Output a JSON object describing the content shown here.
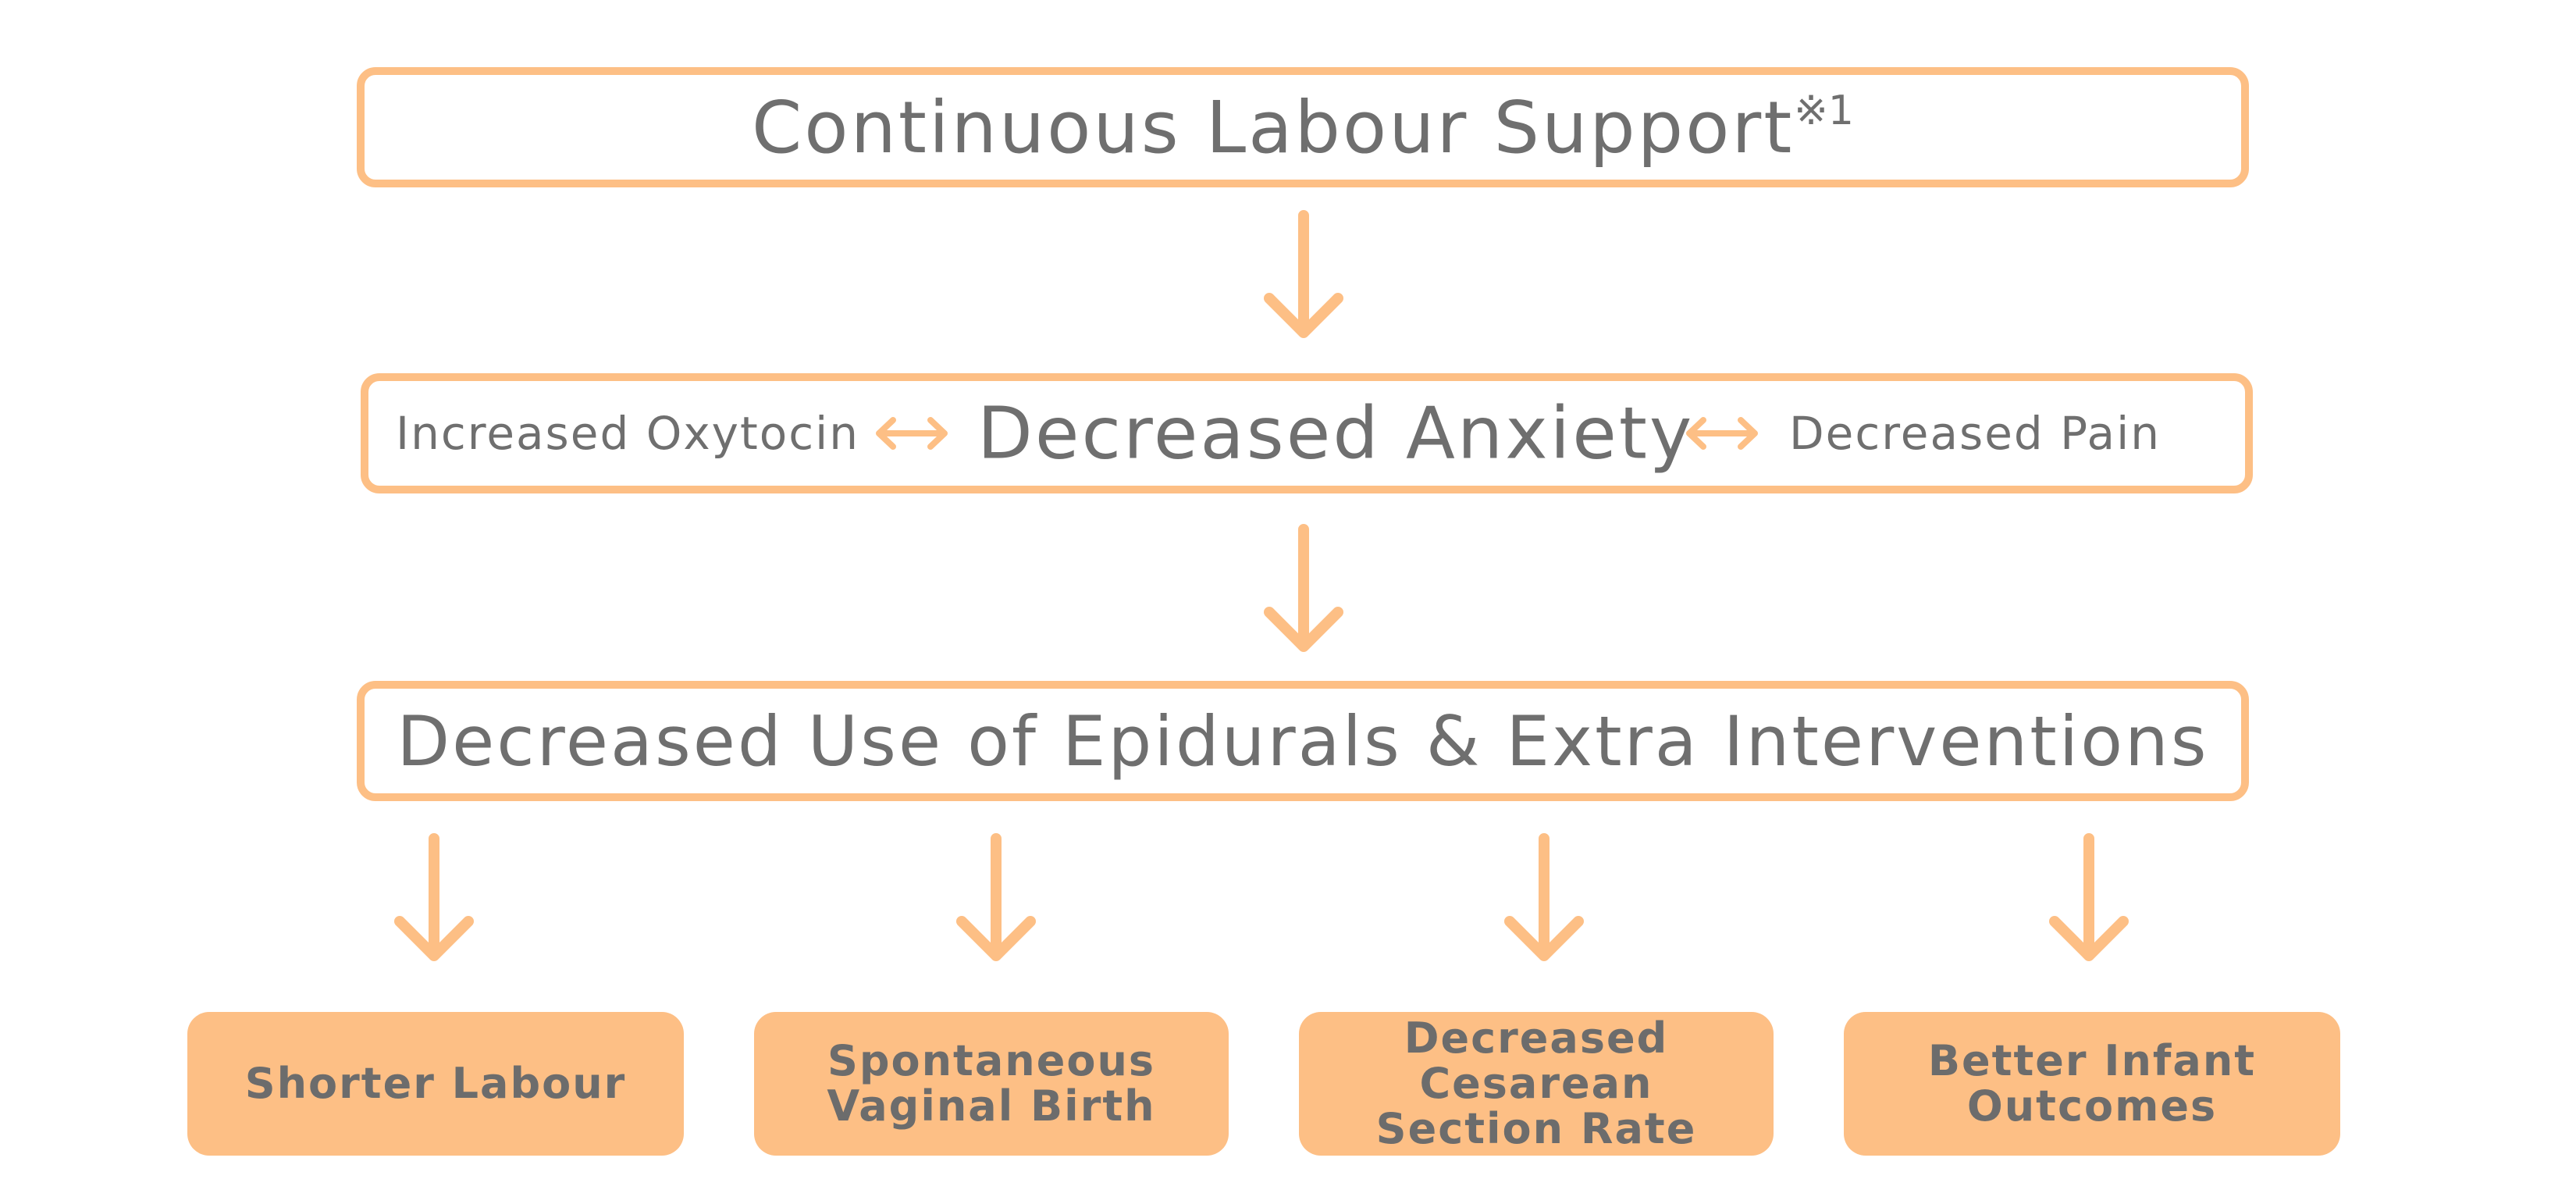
{
  "colors": {
    "accent": "#FDBF85",
    "text": "#6f6f6f",
    "background": "#ffffff"
  },
  "top_box": {
    "title": "Continuous Labour Support",
    "footnote": "※1"
  },
  "middle_box": {
    "left": "Increased Oxytocin",
    "center": "Decreased Anxiety",
    "right": "Decreased Pain",
    "connector_icon": "double-arrow-icon"
  },
  "third_box": {
    "title": "Decreased Use of Epidurals & Extra Interventions"
  },
  "outcomes": [
    {
      "label": "Shorter Labour"
    },
    {
      "label": "Spontaneous\nVaginal Birth"
    },
    {
      "label": "Decreased Cesarean\nSection Rate"
    },
    {
      "label": "Better Infant\nOutcomes"
    }
  ]
}
